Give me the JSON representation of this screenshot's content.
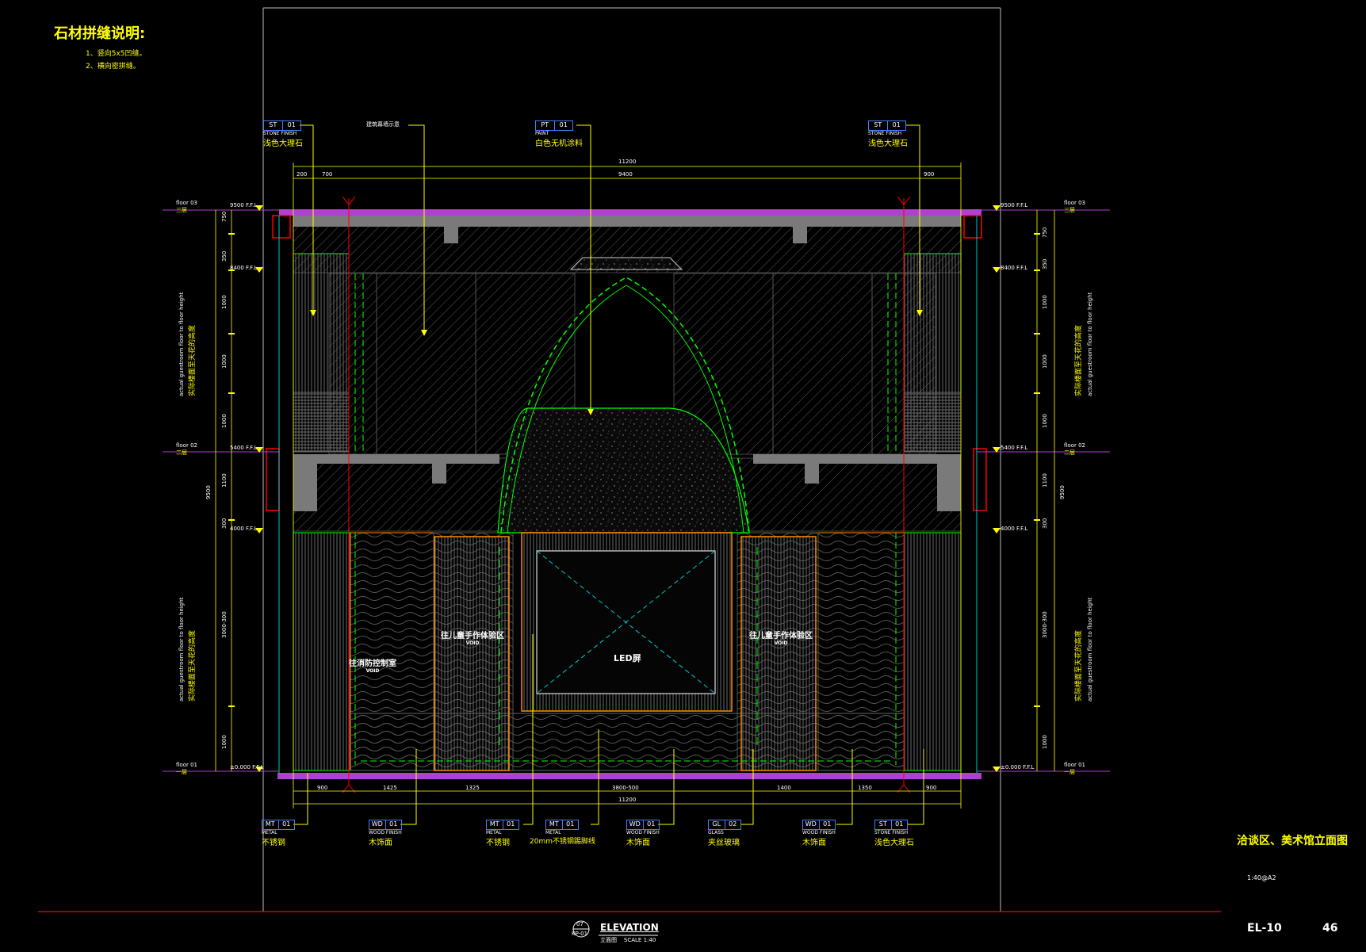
{
  "notes": {
    "title": "石材拼缝说明:",
    "line1": "1、竖向5x5凹缝。",
    "line2": "2、横向密拼缝。"
  },
  "top_tags": [
    {
      "code": "ST",
      "num": "01",
      "category": "STONE FINISH",
      "label": "浅色大理石"
    },
    {
      "code": "",
      "num": "",
      "category": "",
      "label": "建筑幕墙示意"
    },
    {
      "code": "PT",
      "num": "01",
      "category": "PAINT",
      "label": "白色无机涂料"
    },
    {
      "code": "ST",
      "num": "01",
      "category": "STONE FINISH",
      "label": "浅色大理石"
    }
  ],
  "bottom_tags": [
    {
      "code": "MT",
      "num": "01",
      "category": "METAL",
      "label": "不锈钢"
    },
    {
      "code": "WD",
      "num": "01",
      "category": "WOOD FINISH",
      "label": "木饰面"
    },
    {
      "code": "MT",
      "num": "01",
      "category": "METAL",
      "label": "不锈钢"
    },
    {
      "code": "MT",
      "num": "01",
      "category": "METAL",
      "label": "20mm不锈钢踢脚线"
    },
    {
      "code": "WD",
      "num": "01",
      "category": "WOOD FINISH",
      "label": "木饰面"
    },
    {
      "code": "GL",
      "num": "02",
      "category": "GLASS",
      "label": "夹丝玻璃"
    },
    {
      "code": "WD",
      "num": "01",
      "category": "WOOD FINISH",
      "label": "木饰面"
    },
    {
      "code": "ST",
      "num": "01",
      "category": "STONE FINISH",
      "label": "浅色大理石"
    }
  ],
  "top_dims": {
    "overall": "11200",
    "segments": [
      "200",
      "700",
      "9400",
      "900"
    ]
  },
  "bottom_dims": {
    "segments": [
      "900",
      "1425",
      "1325",
      "3800-500",
      "1400",
      "1350",
      "900"
    ],
    "overall": "11200"
  },
  "levels": {
    "left": [
      {
        "elev": "9500 F.F.L",
        "floor": "floor 03",
        "name": "三层"
      },
      {
        "elev": "8400 F.F.L",
        "floor": "",
        "name": ""
      },
      {
        "elev": "5400 F.F.L",
        "floor": "floor 02",
        "name": "二层"
      },
      {
        "elev": "4000 F.F.L",
        "floor": "",
        "name": ""
      },
      {
        "elev": "±0.000 F.F.L",
        "floor": "floor 01",
        "name": "一层"
      }
    ],
    "right": [
      {
        "elev": "9500 F.F.L",
        "floor": "floor 03",
        "name": "三层"
      },
      {
        "elev": "8400 F.F.L",
        "floor": "",
        "name": ""
      },
      {
        "elev": "5400 F.F.L",
        "floor": "floor 02",
        "name": "二层"
      },
      {
        "elev": "4000 F.F.L",
        "floor": "",
        "name": ""
      },
      {
        "elev": "±0.000 F.F.L",
        "floor": "floor 01",
        "name": "一层"
      }
    ]
  },
  "vertical_dims": {
    "upper": [
      "750",
      "350",
      "1000",
      "1000",
      "1000"
    ],
    "lower": [
      "1100",
      "300",
      "3000-300",
      "1000"
    ],
    "overall": "9500"
  },
  "side_notes": {
    "en": "actual guestroom floor to floor height",
    "cn": "实际楼面至天花的高度"
  },
  "rooms": {
    "fire_control": "往消防控制室",
    "void": "VOID",
    "children_left": "往儿童手作体验区",
    "children_right": "往儿童手作体验区",
    "led": "LED屏"
  },
  "title_block": {
    "drawing_title": "洽谈区、美术馆立面图",
    "scale_paper": "1:40@A2",
    "sheet_no": "EL-10",
    "page": "46"
  },
  "elevation_tag": {
    "num": "07",
    "ref": "KP-01",
    "title": "ELEVATION",
    "subtitle": "立面图",
    "scale_label": "SCALE",
    "scale": "1:40"
  },
  "colors": {
    "background": "#000000",
    "annotation": "#ffff00",
    "outline_green": "#00ff00",
    "slab_purple": "#b040d0",
    "orange": "#ff8c00",
    "cyan": "#00c8c8",
    "red": "#ff0000",
    "gray": "#808080"
  }
}
